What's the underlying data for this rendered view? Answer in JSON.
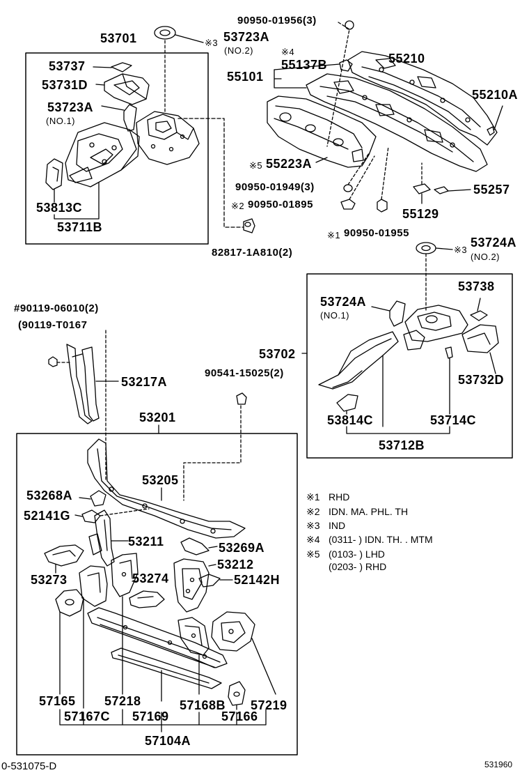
{
  "callouts": {
    "c53701": "53701",
    "c53723A_top": "53723A",
    "c53723A_top_sub": "(NO.2)",
    "c53737": "53737",
    "c53731D": "53731D",
    "c53723A_left": "53723A",
    "c53723A_left_sub": "(NO.1)",
    "c53813C": "53813C",
    "c53711B": "53711B",
    "c90950_01956": "90950-01956(3)",
    "c55137B": "55137B",
    "c55101": "55101",
    "c55210": "55210",
    "c55210A": "55210A",
    "c55223A": "55223A",
    "c90950_01949": "90950-01949(3)",
    "c90950_01895": "90950-01895",
    "c55129": "55129",
    "c55257": "55257",
    "c90950_01955": "90950-01955",
    "c82817": "82817-1A810(2)",
    "c53724A_top": "53724A",
    "c53724A_top_sub": "(NO.2)",
    "c53738": "53738",
    "c53724A_left": "53724A",
    "c53724A_left_sub": "(NO.1)",
    "c53702": "53702",
    "c53732D": "53732D",
    "c53814C": "53814C",
    "c53714C": "53714C",
    "c53712B": "53712B",
    "c90119_06010": "#90119-06010(2)",
    "c90119_T0167": "(90119-T0167",
    "c53217A": "53217A",
    "c90541": "90541-15025(2)",
    "c53201": "53201",
    "c53205": "53205",
    "c53268A": "53268A",
    "c52141G": "52141G",
    "c53211": "53211",
    "c53269A": "53269A",
    "c53212": "53212",
    "c53273": "53273",
    "c53274": "53274",
    "c52142H": "52142H",
    "c57165": "57165",
    "c57167C": "57167C",
    "c57218": "57218",
    "c57169": "57169",
    "c57168B": "57168B",
    "c57219": "57219",
    "c57166": "57166",
    "c57104A": "57104A"
  },
  "marks": {
    "m1": "※1",
    "m2": "※2",
    "m3": "※3",
    "m4": "※4",
    "m5": "※5"
  },
  "legend": [
    {
      "mark": "※1",
      "text": "RHD"
    },
    {
      "mark": "※2",
      "text": "IDN. MA. PHL. TH"
    },
    {
      "mark": "※3",
      "text": "IND"
    },
    {
      "mark": "※4",
      "text": "(0311-        ) IDN. TH. . MTM"
    },
    {
      "mark": "※5",
      "text": "(0103-        ) LHD"
    },
    {
      "mark": "",
      "text": "(0203-        ) RHD"
    }
  ],
  "footer": {
    "left_code": "0-531075-D",
    "right_code": "531960"
  }
}
